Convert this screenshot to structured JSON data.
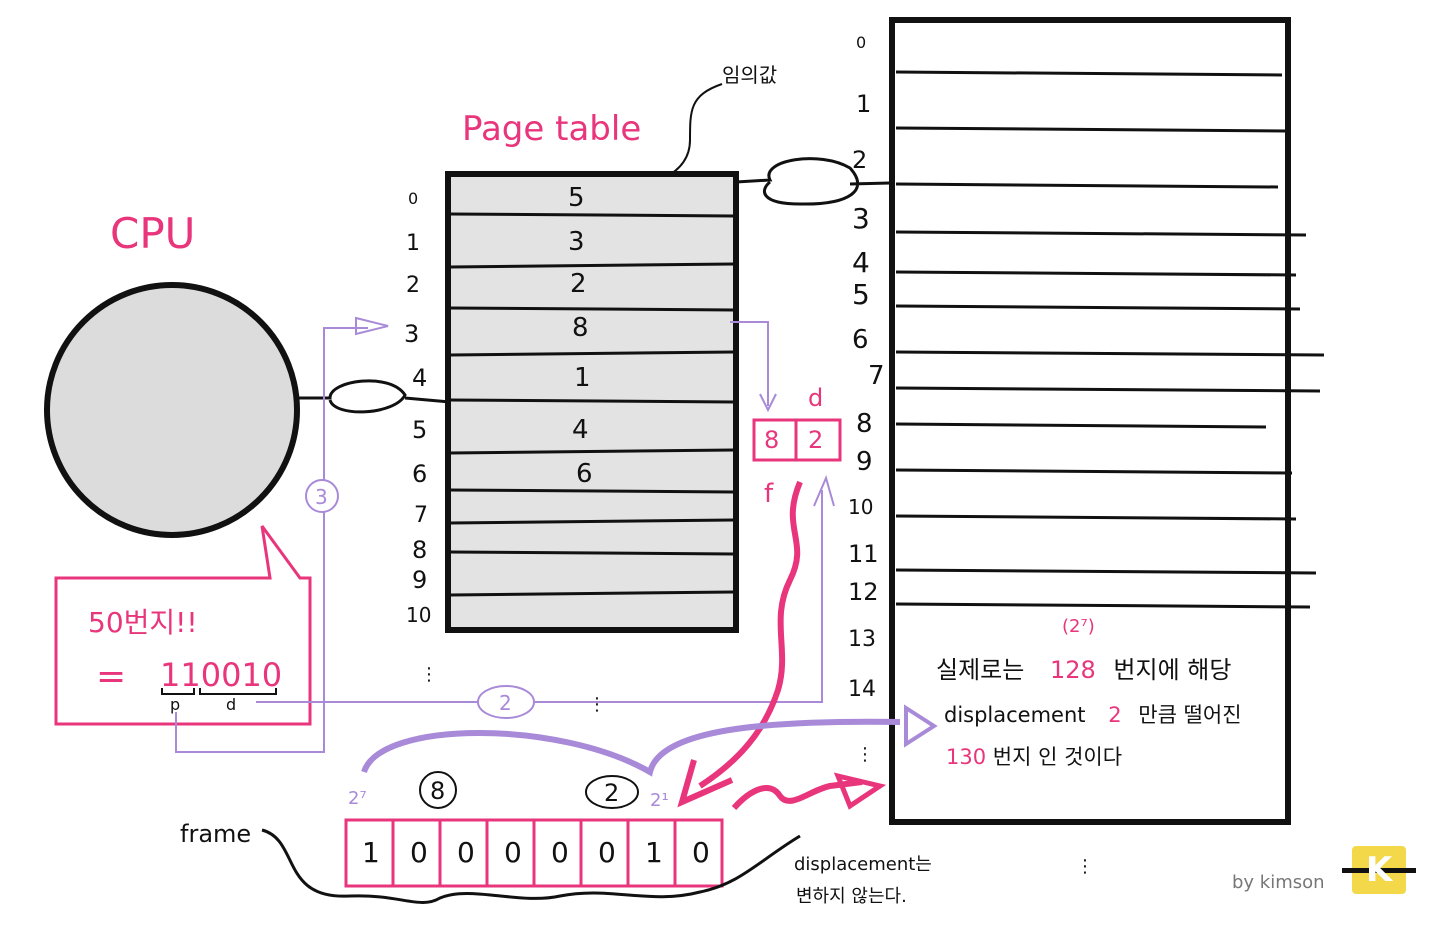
{
  "cpu": {
    "label": "CPU"
  },
  "page_table": {
    "title": "Page table",
    "note": "임의값",
    "indices": [
      "0",
      "1",
      "2",
      "3",
      "4",
      "5",
      "6",
      "7",
      "8",
      "9",
      "10"
    ],
    "values": [
      "5",
      "3",
      "2",
      "8",
      "1",
      "4",
      "6",
      "",
      "",
      "",
      ""
    ]
  },
  "memory": {
    "indices": [
      "0",
      "1",
      "2",
      "3",
      "4",
      "5",
      "6",
      "7",
      "8",
      "9",
      "10",
      "11",
      "12",
      "13",
      "14"
    ],
    "power_note": "(2⁷)",
    "explanation": {
      "line1_a": "실제로는",
      "line1_num": "128",
      "line1_b": "번지에 해당",
      "line2_a": "displacement",
      "line2_num": "2",
      "line2_b": "만큼 떨어진",
      "line3_num": "130",
      "line3_b": "번지 인 것이다"
    }
  },
  "callout": {
    "line1": "50번지!!",
    "line2_eq": "=",
    "line2_bits": "110010",
    "p_label": "p",
    "d_label": "d"
  },
  "steps": {
    "step2": "2",
    "step3": "3"
  },
  "frame_box": {
    "f_value": "8",
    "d_value": "2",
    "d_label": "d",
    "f_label": "f"
  },
  "frame": {
    "label": "frame",
    "bits": [
      "1",
      "0",
      "0",
      "0",
      "0",
      "0",
      "1",
      "0"
    ],
    "circle_left": "8",
    "circle_right": "2",
    "exp_left": "2⁷",
    "exp_right": "2¹",
    "note_line1": "displacement는",
    "note_line2": "변하지 않는다."
  },
  "credit": "by kimson",
  "logo": {
    "letter": "K"
  },
  "colors": {
    "pink": "#e8357c",
    "purple": "#a88ad8",
    "table_fill": "#e3e3e3",
    "cpu_fill": "#dcdcdc"
  }
}
